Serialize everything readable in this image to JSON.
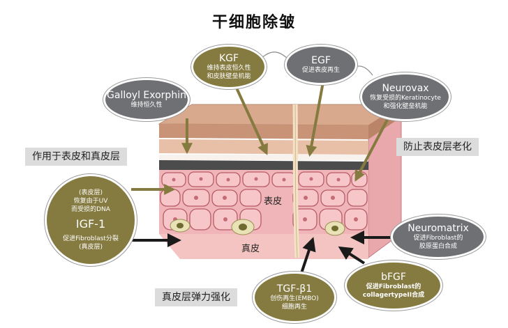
{
  "title": "干细胞除皱",
  "regions": {
    "epidermis": "表皮",
    "dermis": "真皮"
  },
  "labels": {
    "left_top": "作用于表皮和真皮层",
    "right_top": "防止表皮层老化",
    "bottom": "真皮层弹力强化"
  },
  "bubbles": {
    "galloyl": {
      "name": "Galloyl Exorphin",
      "line1": "维持恒久性"
    },
    "kgf": {
      "name": "KGF",
      "line1": "维持表皮恒久性",
      "line2": "和皮肤壁垒机能"
    },
    "egf": {
      "name": "EGF",
      "line1": "促进表皮再生"
    },
    "neurovax": {
      "name": "Neurovax",
      "line1": "恢复受损的Keratinocyte",
      "line2": "和强化壁垒机能"
    },
    "igf": {
      "line1": "(表皮层)",
      "line2": "恢复由于UV",
      "line3": "而受损的DNA",
      "name": "IGF-1",
      "line4": "促进Fibroblast分裂",
      "line5": "(真皮层)"
    },
    "neuromatrix": {
      "name": "Neuromatrix",
      "line1": "促进Fibroblast的",
      "line2": "胶原蛋白合成"
    },
    "bfgf": {
      "name": "bFGF",
      "line1": "促进Fibroblast的",
      "line2": "collagertypeII合成"
    },
    "tgf": {
      "name": "TGF-β1",
      "line1": "创伤再生(EMBO)",
      "line2": "细胞再生"
    }
  },
  "colors": {
    "olive": "#857a40",
    "grey": "#6f7073",
    "skin": "#f0b5b8",
    "cell_border": "#b85a66"
  }
}
